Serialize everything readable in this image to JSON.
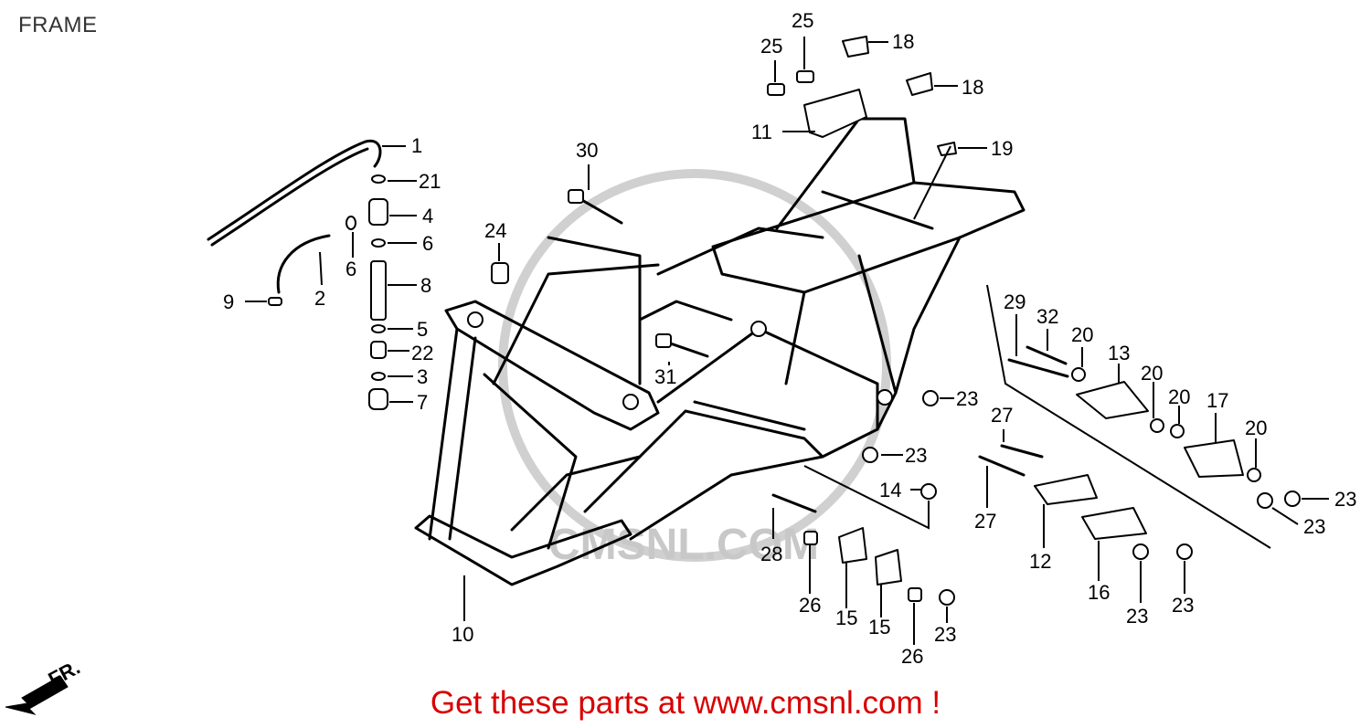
{
  "title": "FRAME",
  "watermark": "CMSNL.COM",
  "promo": {
    "prefix": "Get these parts at ",
    "link": "www.cmsnl.com",
    "suffix": " !"
  },
  "direction_marker": "FR.",
  "colors": {
    "promo": "#d80000",
    "title": "#333333",
    "watermark": "#d0d0d0"
  },
  "callouts": [
    {
      "id": "c1",
      "num": "1"
    },
    {
      "id": "c2",
      "num": "2"
    },
    {
      "id": "c3",
      "num": "3"
    },
    {
      "id": "c4",
      "num": "4"
    },
    {
      "id": "c5",
      "num": "5"
    },
    {
      "id": "c6a",
      "num": "6"
    },
    {
      "id": "c6b",
      "num": "6"
    },
    {
      "id": "c7",
      "num": "7"
    },
    {
      "id": "c8",
      "num": "8"
    },
    {
      "id": "c9",
      "num": "9"
    },
    {
      "id": "c10",
      "num": "10"
    },
    {
      "id": "c11",
      "num": "11"
    },
    {
      "id": "c12",
      "num": "12"
    },
    {
      "id": "c13",
      "num": "13"
    },
    {
      "id": "c14",
      "num": "14"
    },
    {
      "id": "c15a",
      "num": "15"
    },
    {
      "id": "c15b",
      "num": "15"
    },
    {
      "id": "c16",
      "num": "16"
    },
    {
      "id": "c17",
      "num": "17"
    },
    {
      "id": "c18a",
      "num": "18"
    },
    {
      "id": "c18b",
      "num": "18"
    },
    {
      "id": "c19",
      "num": "19"
    },
    {
      "id": "c20a",
      "num": "20"
    },
    {
      "id": "c20b",
      "num": "20"
    },
    {
      "id": "c20c",
      "num": "20"
    },
    {
      "id": "c20d",
      "num": "20"
    },
    {
      "id": "c21",
      "num": "21"
    },
    {
      "id": "c22",
      "num": "22"
    },
    {
      "id": "c23a",
      "num": "23"
    },
    {
      "id": "c23b",
      "num": "23"
    },
    {
      "id": "c23c",
      "num": "23"
    },
    {
      "id": "c23d",
      "num": "23"
    },
    {
      "id": "c23e",
      "num": "23"
    },
    {
      "id": "c23f",
      "num": "23"
    },
    {
      "id": "c23g",
      "num": "23"
    },
    {
      "id": "c24",
      "num": "24"
    },
    {
      "id": "c25a",
      "num": "25"
    },
    {
      "id": "c25b",
      "num": "25"
    },
    {
      "id": "c26a",
      "num": "26"
    },
    {
      "id": "c26b",
      "num": "26"
    },
    {
      "id": "c27a",
      "num": "27"
    },
    {
      "id": "c27b",
      "num": "27"
    },
    {
      "id": "c28",
      "num": "28"
    },
    {
      "id": "c29",
      "num": "29"
    },
    {
      "id": "c30",
      "num": "30"
    },
    {
      "id": "c31",
      "num": "31"
    },
    {
      "id": "c32",
      "num": "32"
    }
  ]
}
